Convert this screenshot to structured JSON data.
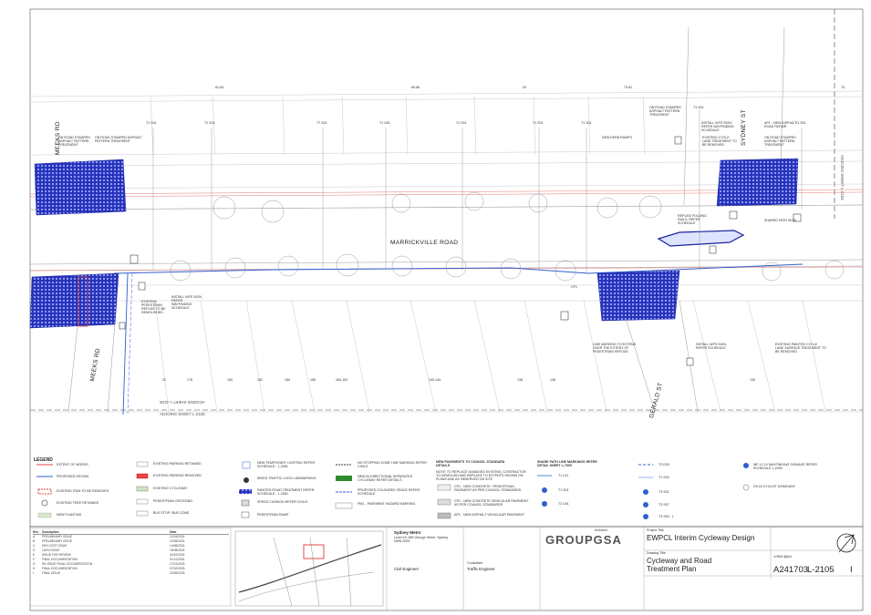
{
  "roads": {
    "marrickville": "MARRICKVILLE ROAD",
    "meeks_upper": "MEEKS RD",
    "meeks_lower": "MEEKS RD",
    "sydney_st": "SYDNEY ST",
    "gerald_st": "GERALD ST"
  },
  "sheet_refs": {
    "adjoins_right": "ADJOINS SHEET L-2104",
    "adjoins_bottom_mirror": "ADJOINS SHEET L-2105",
    "adjoins_bottom": "ADJOINS SHEET L-2106"
  },
  "annotations": {
    "meeks_top": "ON ROAD STAMPED ASPHALT PATTERN TREATMENT",
    "meeks_top2": "ON ROAD STAMPED ASPHALT PATTERN TREATMENT",
    "sydney_top": "ON ROAD STAMPED ASPHALT PATTERN TREATMENT",
    "install_signs": "INSTALL WFS SIGN, REFER WAYFINDING SCHEDULE",
    "cycle_lane_removed": "EXISTING CYCLE LANE TREATMENT TO BE REMOVED",
    "ap1_repair": "AP1 - NEW ASPHALT ROAD REPAIR",
    "stamped_right": "ON ROAD STAMPED ASPHALT PATTERN TREATMENT",
    "new_kerb": "NEW KERB RAMPS",
    "refuge": "REFUGE FOLDING RAILS, REFER SCHEDULE",
    "ped_refuge": "EXISTING PEDESTRIAN REFUGE TO BE DEMOLISHED",
    "install_left": "INSTALL WFS SIGN, REFER WAYFINDING SCHEDULE",
    "line_marking": "LINE MARKING TO EXTEND OVER THE EXTENT OF PEDESTRIAN REFUGE",
    "install_right": "INSTALL WFS SIGN, REFER SCHEDULE",
    "existing_painted": "EXISTING PAINTED CYCLE LANE SURFACE TREATMENT TO BE REMOVED",
    "cp1": "CP1",
    "shared_path_sign": "SHARED PATH SIGN"
  },
  "tree_labels": [
    "T1 S01",
    "T1 S01",
    "T7 S01",
    "T1 U01",
    "T1 S01",
    "T1 S01",
    "T1 S01",
    "T1 S01",
    "T1 S01"
  ],
  "chainages": [
    "81-83",
    "85-86",
    "93",
    "79-81",
    "75",
    "22",
    "150",
    "178",
    "152",
    "154",
    "156",
    "160-162",
    "140-144",
    "136",
    "138",
    "130"
  ],
  "legend": {
    "title": "LEGEND",
    "col1": [
      "EXTENT OF WORKS",
      "PROPOSED DESIGN",
      "EXISTING ITEM TO BE REMOVED",
      "EXISTING TREE RETAINED",
      "NEW PLANTING"
    ],
    "col2": [
      "EXISTING PARKING RETAINED",
      "EXISTING PARKING REMOVED",
      "EXISTING CYCLEWAY",
      "PEDESTRIAN CROSSING",
      "BUS STOP / BUS ZONE"
    ],
    "col3": [
      "NEW TEMPORARY LIGHTING REFER SCHEDULE - L-2061",
      "MIXED TRAFFIC LOGO LINEMARKING",
      "PAINTED ROAD TREATMENT REFER SCHEDULE - L-2061",
      "SPEED CUSHION REFER CIVILS",
      "PEDESTRIAN RAMP"
    ],
    "col4": [
      "NO STOPPING ZONE LINE MARKING REFER CIVILS",
      "NEW BI-DIRECTIONAL SEPARATED CYCLEWAY REFER DETAILS",
      "PROPOSED COLOURED FENCE REFER SCHEDULE",
      "PM1 - PAVEMENT HAZARD MARKING"
    ],
    "pavements_title": "NEW PAVEMENTS TO COUNCIL STANDARD DETAILS",
    "pavements_note": "NOTE: TO REPLACE DAMAGED EXISTING, CONTRACTOR TO DEMOLISH AND REPLACE TO EXTENTS SHOWN ON PLANS AND AS OBSERVED ON SITE",
    "col5": [
      "CP1 - NEW CONCRETE / PEDESTRIAN PAVEMENT AS PER COUNCIL STANDARDS",
      "CP2 - NEW CONCRETE VEHICULAR PAVEMENT AS PER COUNCIL STANDARDS",
      "AP1 - NEW ASPHALT VEHICULAR PAVEMENT"
    ],
    "share_title": "SHARE PATH LINE MARKINGS REFER DETAIL SHEET L-7000",
    "col6": [
      "T1 L01",
      "T1 S01",
      "T2 U01"
    ],
    "col7": [
      "T2 D03",
      "T1 S16",
      "T3 S01",
      "T3 S07",
      "T3 S00 - L"
    ],
    "col8": [
      "WF-L1 10 WAYFINDING SIGNAGE REFER SCHEDULE L-2090",
      "G9.04 CYCLIST DISMOUNT"
    ]
  },
  "amendments": {
    "header": [
      "Rev",
      "Description",
      "Date"
    ],
    "rows": [
      [
        "A",
        "PRELIMINARY ISSUE",
        "12/04/2024"
      ],
      [
        "B",
        "PRELIMINARY ISSUE",
        "10/05/2024"
      ],
      [
        "C",
        "50% COST ISSUE",
        "14/06/2024"
      ],
      [
        "D",
        "100% ISSUE",
        "15/08/2024"
      ],
      [
        "E",
        "ISSUE FOR REVIEW",
        "04/10/2024"
      ],
      [
        "F",
        "FINAL DOCUMENTATION",
        "01/11/2024"
      ],
      [
        "G",
        "RE-ISSUE FINAL DOCUMENTATION",
        "17/01/2025"
      ],
      [
        "H",
        "FINAL DOCUMENTATION",
        "07/02/2025"
      ],
      [
        "I",
        "FINAL ISSUE",
        "22/05/2025"
      ]
    ]
  },
  "titleblock": {
    "client": "Sydney Metro",
    "client_addr": "Level 43, 680 George Street, Sydney NSW 2000",
    "civil_title": "Civil Engineer",
    "traffic_title": "Traffic Engineer",
    "consultant": "Consultant",
    "logo": "GROUPGSA",
    "architect": "Architect",
    "project_title_label": "Project Title",
    "project": "EWPCL Interim Cycleway Design",
    "drawing_title_label": "Drawing Title",
    "drawing_title": "Cycleway and Road Treatment Plan",
    "project_no": "A241703",
    "drawing_no": "L-2105",
    "revision": "I",
    "scale": "1:500 @A1",
    "north_icon": "north-arrow-icon"
  }
}
